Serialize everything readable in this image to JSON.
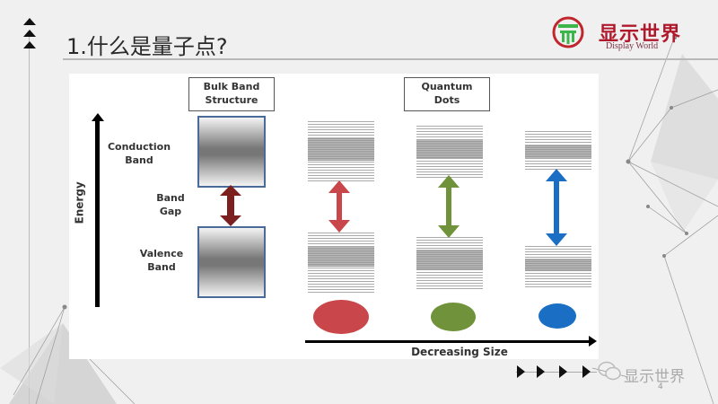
{
  "slide": {
    "title": "1.什么是量子点?",
    "page_number": "4",
    "logo": {
      "name_cn": "显示世界",
      "name_en": "Display World",
      "color": "#b0182b",
      "icon_color": "#3cb54a"
    },
    "watermark": {
      "icon": "wechat-icon",
      "text": "显示世界"
    }
  },
  "diagram": {
    "bulk_title": "Bulk Band Structure",
    "bulk_title_line1": "Bulk Band",
    "bulk_title_line2": "Structure",
    "qd_title_line1": "Quantum",
    "qd_title_line2": "Dots",
    "axis_label": "Energy",
    "conduction_line1": "Conduction",
    "conduction_line2": "Band",
    "gap_line1": "Band",
    "gap_line2": "Gap",
    "valence_line1": "Valence",
    "valence_line2": "Band",
    "size_label": "Decreasing Size",
    "colors": {
      "bulk_arrow": "#7b1f1f",
      "red": "#c9474a",
      "green": "#6f923a",
      "blue": "#1a6fc4"
    },
    "dots": [
      {
        "color": "red",
        "size": "large"
      },
      {
        "color": "green",
        "size": "medium"
      },
      {
        "color": "blue",
        "size": "small"
      }
    ]
  }
}
